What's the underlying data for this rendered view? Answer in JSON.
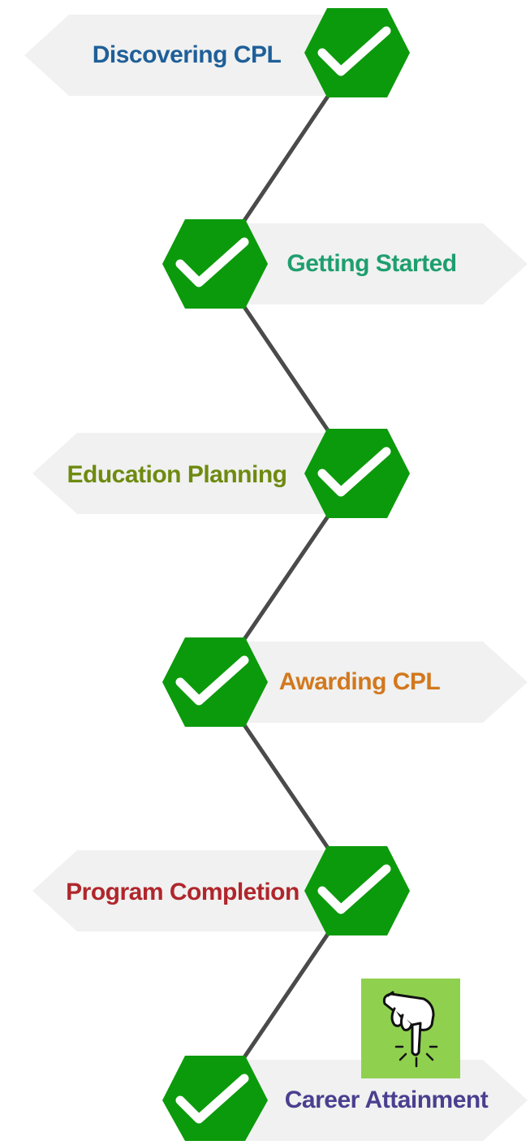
{
  "colors": {
    "background": "#ffffff",
    "banner": "#f0f1f0",
    "connector": "#4a4a4a",
    "hexagon": "#0b9a0b",
    "checkmark": "#ffffff",
    "cursor_tile": "#8fd14f"
  },
  "steps": [
    {
      "label": "Discovering CPL",
      "color": "#1f5f99",
      "status": "completed",
      "icon": "checkmark-icon"
    },
    {
      "label": "Getting Started",
      "color": "#1e9e6e",
      "status": "completed",
      "icon": "checkmark-icon"
    },
    {
      "label": "Education Planning",
      "color": "#6e8a10",
      "status": "completed",
      "icon": "checkmark-icon"
    },
    {
      "label": "Awarding CPL",
      "color": "#d2781e",
      "status": "completed",
      "icon": "checkmark-icon"
    },
    {
      "label": "Program Completion",
      "color": "#b0262c",
      "status": "completed",
      "icon": "checkmark-icon"
    },
    {
      "label": "Career Attainment",
      "color": "#4a3f8f",
      "status": "completed",
      "icon": "checkmark-icon"
    }
  ],
  "cursor": {
    "icon": "pointing-hand-icon"
  }
}
